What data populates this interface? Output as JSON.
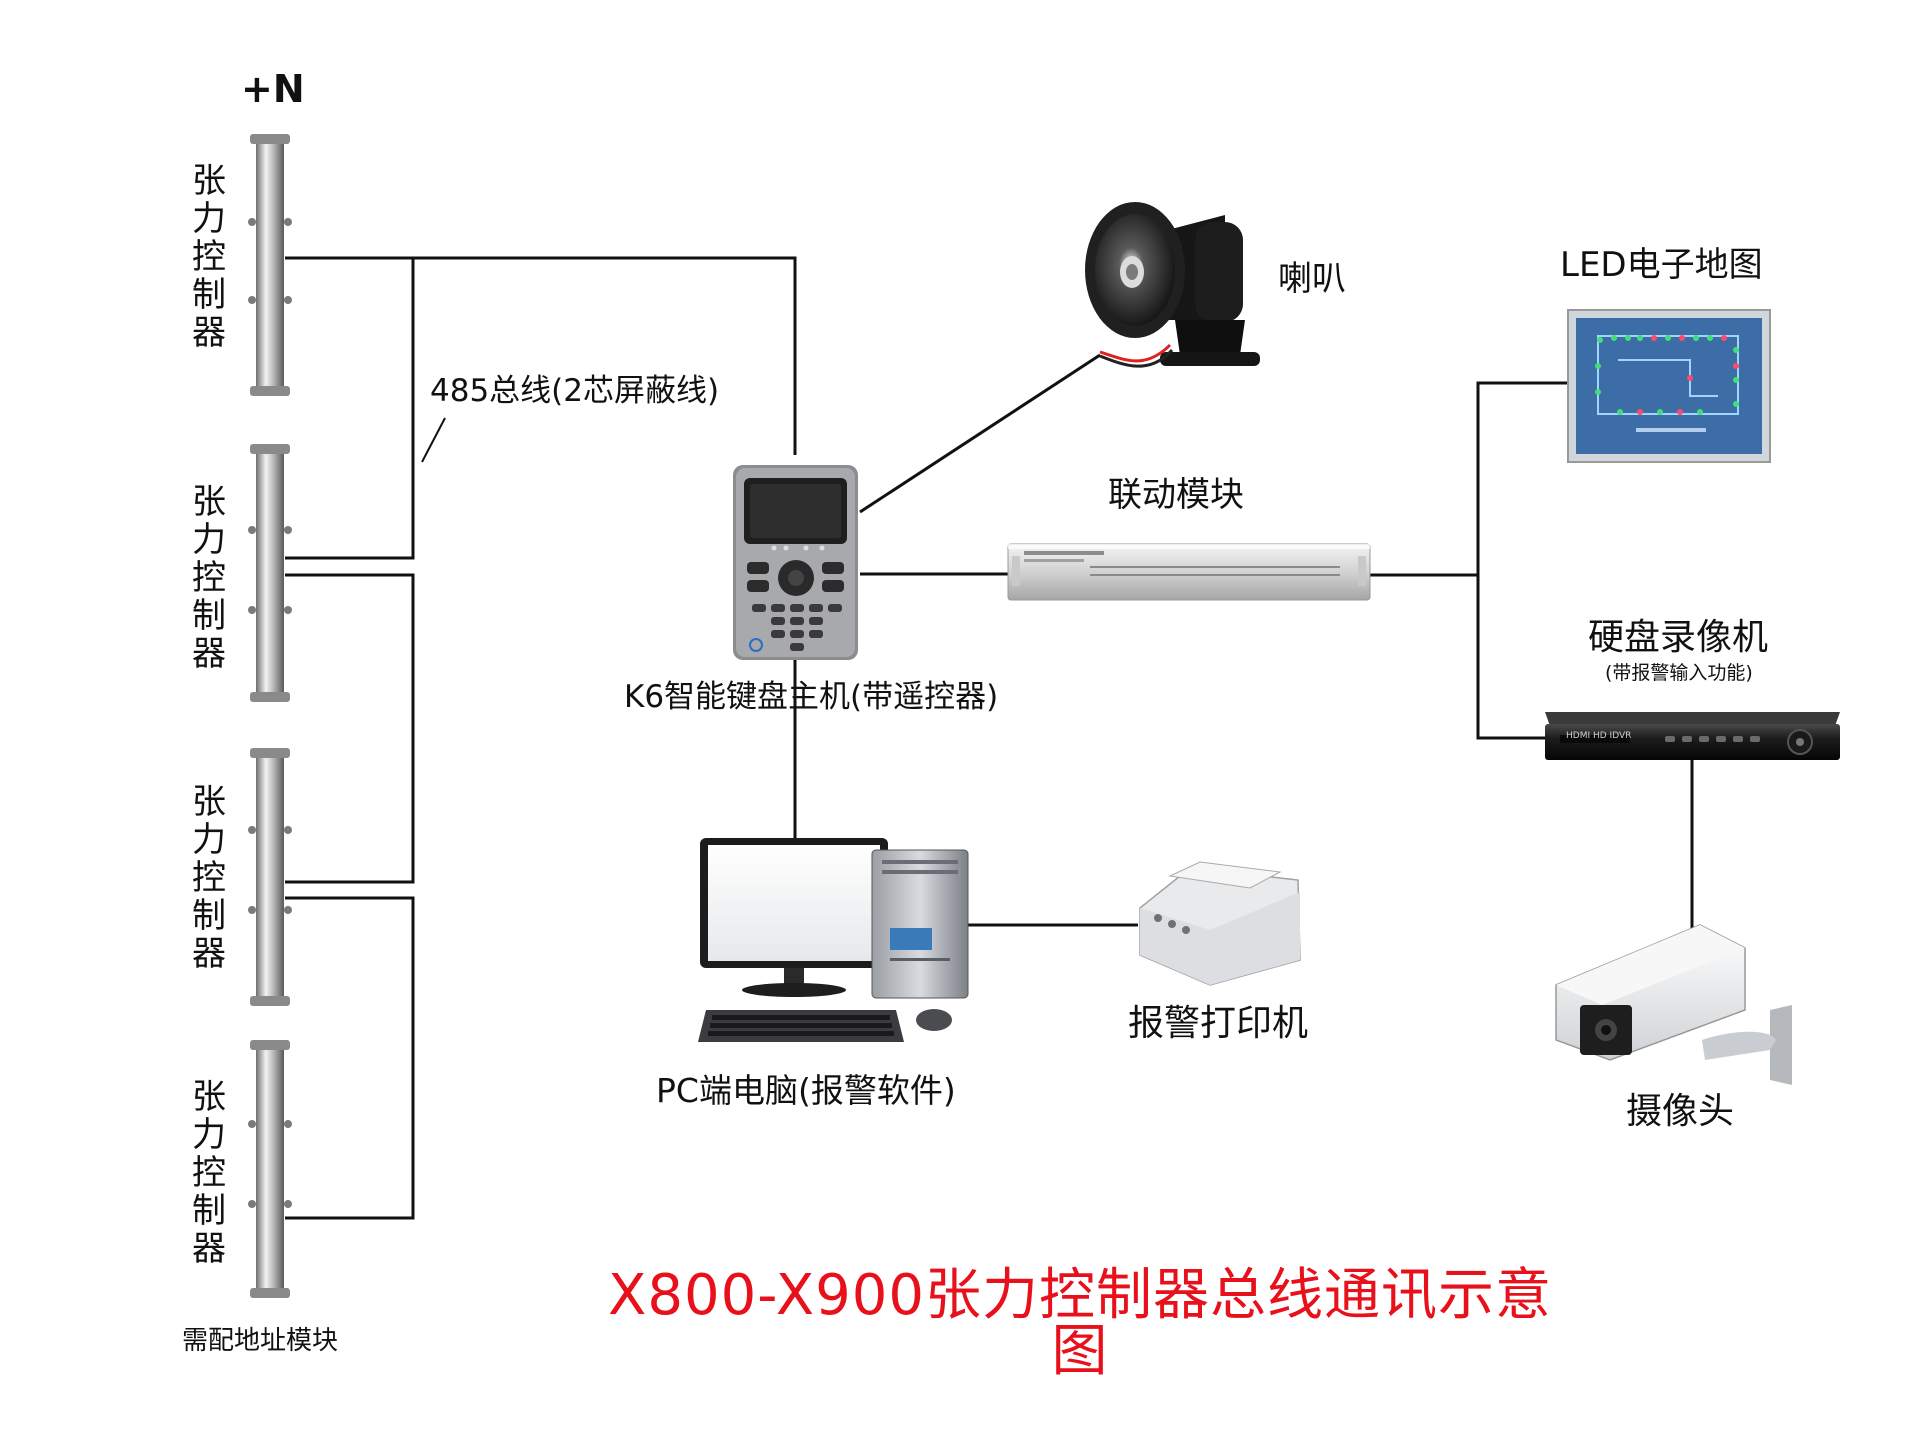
{
  "diagram": {
    "title": "X800-X900张力控制器总线通讯示意图",
    "top_marker": "+N",
    "controllers": [
      {
        "label": "张力控制器"
      },
      {
        "label": "张力控制器"
      },
      {
        "label": "张力控制器"
      },
      {
        "label": "张力控制器"
      }
    ],
    "bottom_note": "需配地址模块",
    "bus_label": "485总线(2芯屏蔽线)",
    "keyboard_host": "K6智能键盘主机(带遥控器)",
    "speaker": "喇叭",
    "linkage_module": "联动模块",
    "led_map": "LED电子地图",
    "dvr": "硬盘录像机",
    "dvr_note": "(带报警输入功能)",
    "dvr_panel_text": "HDMI HD IDVR",
    "pc": "PC端电脑(报警软件)",
    "printer": "报警打印机",
    "camera": "摄像头",
    "colors": {
      "title": "#e8101a",
      "wire": "#111111"
    }
  }
}
